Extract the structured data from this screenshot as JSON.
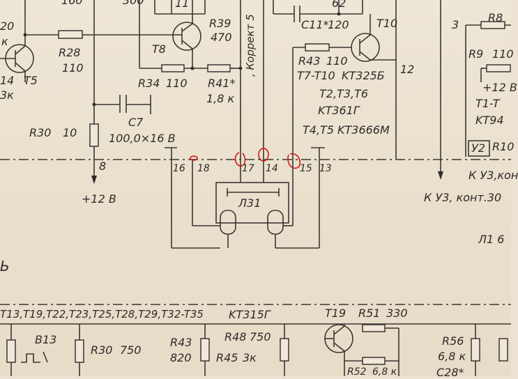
{
  "labels": {
    "top_160": "160",
    "top_300": "300",
    "top_11": "11",
    "top_20": "20",
    "top_k": "к",
    "r28": "R28",
    "r28_val": "110",
    "t5_14": "14",
    "t5": "T5",
    "t5_3k": "3к",
    "t8": "T8",
    "r39": "R39",
    "r39_val": "470",
    "korrekt": ", Коррект 5",
    "r34": "R34",
    "r34_val": "110",
    "r41": "R41*",
    "r41_val": "1,8 к",
    "c11": "C11*",
    "c11_val": "120",
    "top_62": "62",
    "t10": "T10",
    "r43": "R43",
    "r43_val": "110",
    "t7t10": "T7-T10",
    "kt325": "KT325Б",
    "t2t3t6": "T2,T3,T6",
    "kt361": "KT361Г",
    "t4t5": "T4,T5",
    "kt3666": "KT3666М",
    "node_12": "12",
    "r30": "R30",
    "r30_val": "10",
    "c7": "C7",
    "c7_val": "100,0×16 В",
    "pin_8": "8",
    "plus12_left": "+12 В",
    "pin_16": "16",
    "pin_18": "18",
    "pin_17": "17",
    "pin_14": "14",
    "pin_15": "15",
    "pin_13": "13",
    "l31": "Л31",
    "node_3": "3",
    "r8": "R8",
    "r9": "R9",
    "r9_val": "110",
    "plus12_right": "+12 В",
    "t1t": "T1-T",
    "kt94": "KT94",
    "y2": "У2",
    "r10": "R10",
    "ku3_kon": "К У3,кон",
    "ku3_kont30": "К У3, конт.30",
    "l1_6": "Л1 6",
    "letter_b": "Ь",
    "transistor_list": "T13,T19,T22,T23,T25,T28,T29,T32-T35",
    "kt315": "KT315Г",
    "t19": "T19",
    "r51": "R51",
    "r51_val": "330",
    "b13": "B13",
    "r30b": "R30",
    "r30b_val": "750",
    "r43b": "R43",
    "r43b_val": "820",
    "r48": "R48",
    "r48_val": "750",
    "r45": "R45",
    "r45_val": "3к",
    "r56": "R56",
    "r56_val": "6,8 к",
    "r52": "R52",
    "r52_val": "6,8 к",
    "c28": "C28*"
  }
}
